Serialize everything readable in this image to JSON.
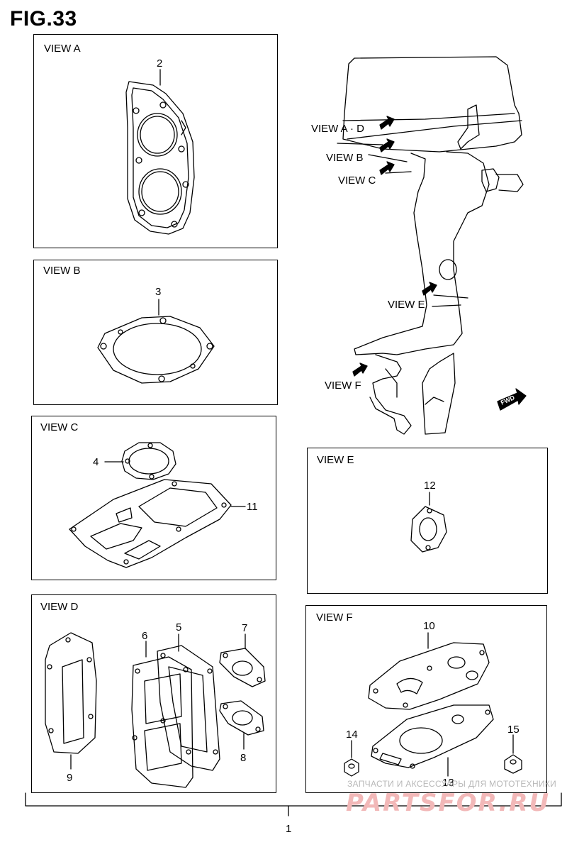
{
  "figure": {
    "title": "FIG.33"
  },
  "views": {
    "a": {
      "label": "VIEW A",
      "parts": [
        "2"
      ]
    },
    "b": {
      "label": "VIEW B",
      "parts": [
        "3"
      ]
    },
    "c": {
      "label": "VIEW C",
      "parts": [
        "4",
        "11"
      ]
    },
    "d": {
      "label": "VIEW D",
      "parts": [
        "5",
        "6",
        "7",
        "8",
        "9"
      ]
    },
    "e": {
      "label": "VIEW E",
      "parts": [
        "12"
      ]
    },
    "f": {
      "label": "VIEW F",
      "parts": [
        "10",
        "13",
        "14",
        "15"
      ]
    }
  },
  "engine_callouts": [
    "VIEW A · D",
    "VIEW B",
    "VIEW C",
    "VIEW E",
    "VIEW F"
  ],
  "fwd_label": "FWD",
  "assembly_number": "1",
  "watermark": {
    "text": "ЗАПЧАСТИ И АКСЕССУАРЫ ДЛЯ МОТОТЕХНИКИ",
    "logo": "PARTSFOR.RU"
  }
}
